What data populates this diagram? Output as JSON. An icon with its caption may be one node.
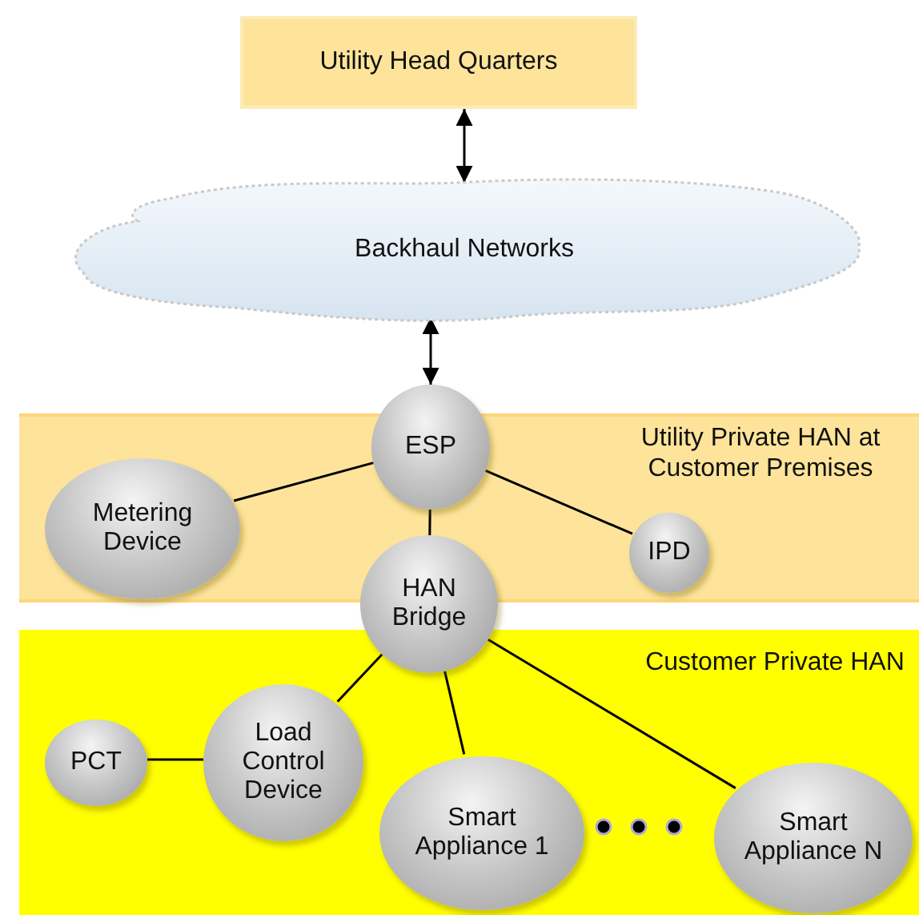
{
  "diagram": {
    "nodes": [
      {
        "text": [
          "Utility Head Quarters"
        ]
      },
      {
        "text": [
          "Backhaul Networks"
        ]
      },
      {
        "text": [
          "Utility Private HAN at Customer Premises"
        ]
      },
      {
        "text": [
          "ESP"
        ]
      },
      {
        "text": [
          "Metering Device"
        ],
        "in": 2
      },
      {
        "text": [
          "IPD"
        ],
        "in": 2
      },
      {
        "text": [
          "HAN Bridge"
        ]
      },
      {
        "text": [
          "Customer Private HAN"
        ]
      },
      {
        "text": [
          "PCT"
        ],
        "in": 7
      },
      {
        "text": [
          "Load Control Device"
        ],
        "in": 7
      },
      {
        "text": [
          "Smart Appliance 1"
        ],
        "in": 7
      },
      {
        "text": [
          "Smart Appliance N"
        ],
        "in": 7
      }
    ],
    "edges": [
      {
        "from": 0,
        "to": 1,
        "arrow": "both"
      },
      {
        "from": 1,
        "to": 3,
        "arrow": "both"
      },
      {
        "from": 3,
        "to": 4,
        "arrow": "none"
      },
      {
        "from": 3,
        "to": 5,
        "arrow": "none"
      },
      {
        "from": 3,
        "to": 6,
        "arrow": "none"
      },
      {
        "from": 6,
        "to": 9,
        "arrow": "none"
      },
      {
        "from": 6,
        "to": 10,
        "arrow": "none"
      },
      {
        "from": 6,
        "to": 11,
        "arrow": "none"
      },
      {
        "from": 8,
        "to": 9,
        "arrow": "none"
      }
    ]
  }
}
